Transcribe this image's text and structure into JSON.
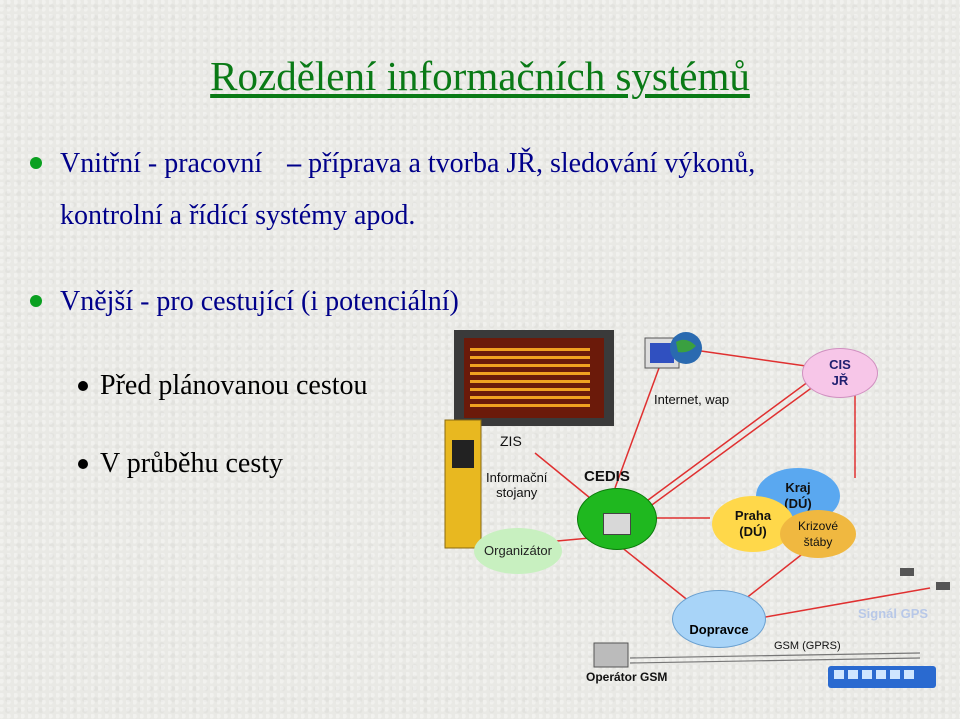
{
  "title": "Rozdělení informačních systémů",
  "bullet1": {
    "lead": "Vnitřní - pracovní",
    "dash": "–",
    "rest": "příprava a tvorba JŘ, sledování výkonů,",
    "line2": "kontrolní a řídící systémy apod."
  },
  "bullet2": {
    "text": "Vnější - pro cestující (i potenciální)"
  },
  "sub1": "Před plánovanou cestou",
  "sub2": "V průběhu cesty",
  "diagram": {
    "internet": "Internet, wap",
    "cis": "CIS\nJŘ",
    "zis": "ZIS",
    "stojany": "Informační\nstojany",
    "cedis": "CEDIS",
    "organizator": "Organizátor",
    "kraj": "Kraj\n(DÚ)",
    "praha": "Praha\n(DÚ)",
    "krizove": "Krizové\nštáby",
    "dopravce": "Dopravce",
    "signal": "Signál GPS",
    "gsm": "GSM (GPRS)",
    "operator": "Operátor GSM"
  },
  "colors": {
    "title": "#0a7a16",
    "bullet_text": "#00008a",
    "bullet_dot": "#0aa020",
    "cis_fill": "#f7c6e8",
    "cedis_fill": "#1fb81f",
    "kraj_fill": "#5aa8f0",
    "praha_fill": "#ffd84a",
    "krizove_fill": "#f0b840",
    "organizator_fill": "#c8f0c0",
    "dopravce_fill": "#a8d4f8"
  }
}
